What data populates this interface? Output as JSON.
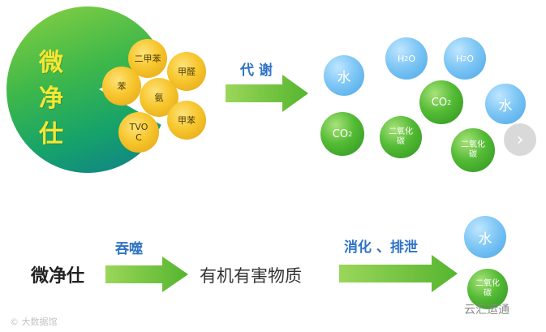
{
  "pac": {
    "chars": [
      "微",
      "净",
      "仕"
    ]
  },
  "pollutants": [
    {
      "label": "二甲苯"
    },
    {
      "label": "甲醛"
    },
    {
      "label": "苯"
    },
    {
      "label": "氨"
    },
    {
      "label": "TVO\nC"
    },
    {
      "label": "甲苯"
    }
  ],
  "top_arrow_label": "代 谢",
  "products": {
    "water": "水",
    "h2o_base": "H",
    "h2o_sub": "2",
    "h2o_tail": "O",
    "co2_base": "CO",
    "co2_sub": "2",
    "co2_word": "二氧化\n碳"
  },
  "bottom": {
    "subject": "微净仕",
    "swallow_label": "吞噬",
    "object": "有机有害物质",
    "digest_label": "消化 、排泄",
    "water": "水",
    "co2_word": "二氧化\n碳"
  },
  "next_button_glyph": "›",
  "watermark_left": "© 大数据馆",
  "watermark_right": "云汇运通",
  "colors": {
    "arrow_green": "#7ec93f",
    "label_blue": "#2e73c4",
    "gold": "#f7c62d",
    "water_blue": "#7fc7f5",
    "co2_green": "#54bb35",
    "pac_yellow_text": "#f7e632"
  }
}
